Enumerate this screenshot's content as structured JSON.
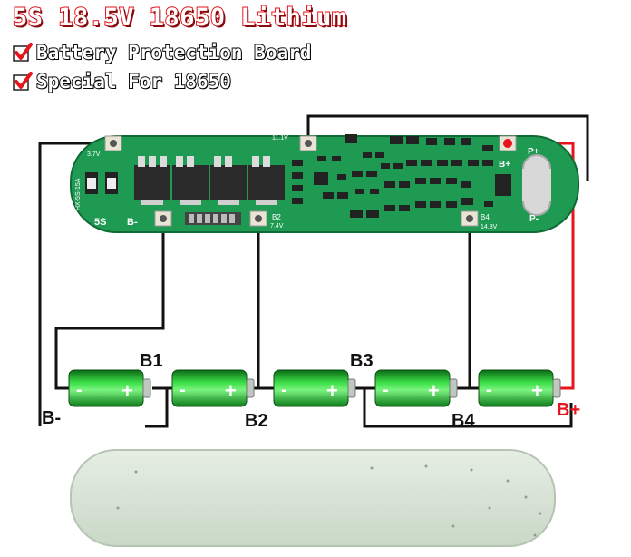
{
  "header": {
    "title": "5S 18.5V 18650 Lithium",
    "features": [
      "Battery Protection Board",
      "Special For 18650"
    ],
    "title_color": "#e8141b",
    "check_color": "#e8141b"
  },
  "board": {
    "silk_5s": "5S",
    "silk_bminus": "B-",
    "silk_b2": "B2",
    "silk_b1v": "3.7V",
    "silk_b2v": "7.4V",
    "silk_b3v": "11.1V",
    "silk_b4v": "14.8V",
    "silk_b4": "B4",
    "silk_bplus": "B+",
    "silk_pplus": "P+",
    "silk_pminus": "P-",
    "silk_model": "HX-5S-15A",
    "pcb_color": "#1e9a52"
  },
  "wiring": {
    "labels": {
      "b_minus": "B-",
      "b1": "B1",
      "b2": "B2",
      "b3": "B3",
      "b4": "B4",
      "b_plus": "B+"
    },
    "b_plus_color": "#e8141b"
  },
  "cells": {
    "count": 5,
    "minus_sign": "-",
    "plus_sign": "+",
    "cell_color": "#2fd13a"
  }
}
